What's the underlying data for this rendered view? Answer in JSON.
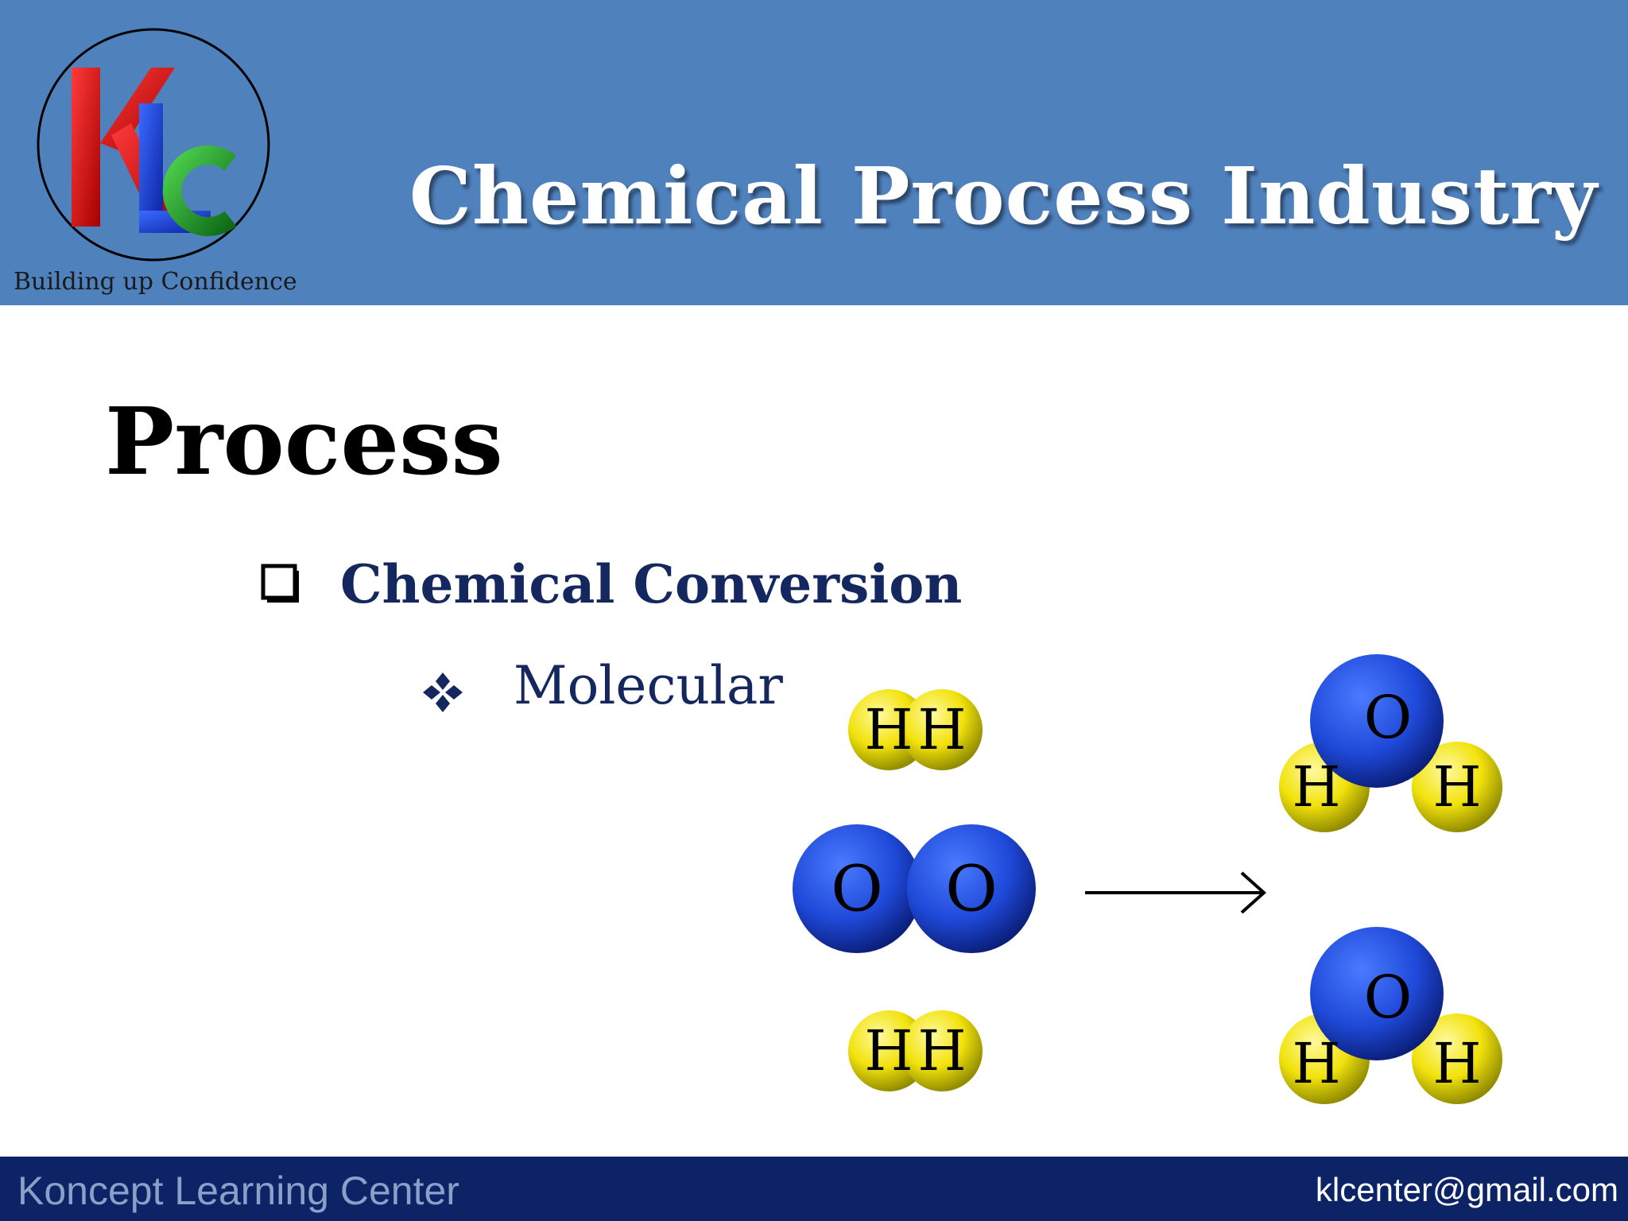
{
  "header": {
    "title": "Chemical Process Industry",
    "logo_tagline": "Building up Confidence",
    "background_color": "#4f81bd"
  },
  "slide": {
    "title": "Process",
    "bullet_level1": {
      "icon": "square-outline-icon",
      "text": "Chemical Conversion"
    },
    "bullet_level2": {
      "icon": "four-diamond-icon",
      "text": "Molecular"
    }
  },
  "diagram": {
    "reactants": [
      {
        "molecule": "H2",
        "atoms": [
          "H",
          "H"
        ]
      },
      {
        "molecule": "O2",
        "atoms": [
          "O",
          "O"
        ]
      },
      {
        "molecule": "H2",
        "atoms": [
          "H",
          "H"
        ]
      }
    ],
    "arrow": "reaction-arrow-icon",
    "products": [
      {
        "molecule": "H2O",
        "atoms": [
          "O",
          "H",
          "H"
        ]
      },
      {
        "molecule": "H2O",
        "atoms": [
          "O",
          "H",
          "H"
        ]
      }
    ],
    "colors": {
      "hydrogen": "#f2e20c",
      "oxygen": "#1f49d9"
    }
  },
  "footer": {
    "left_text": "Koncept Learning Center",
    "right_text": "klcenter@gmail.com",
    "background_color": "#0c2366"
  }
}
